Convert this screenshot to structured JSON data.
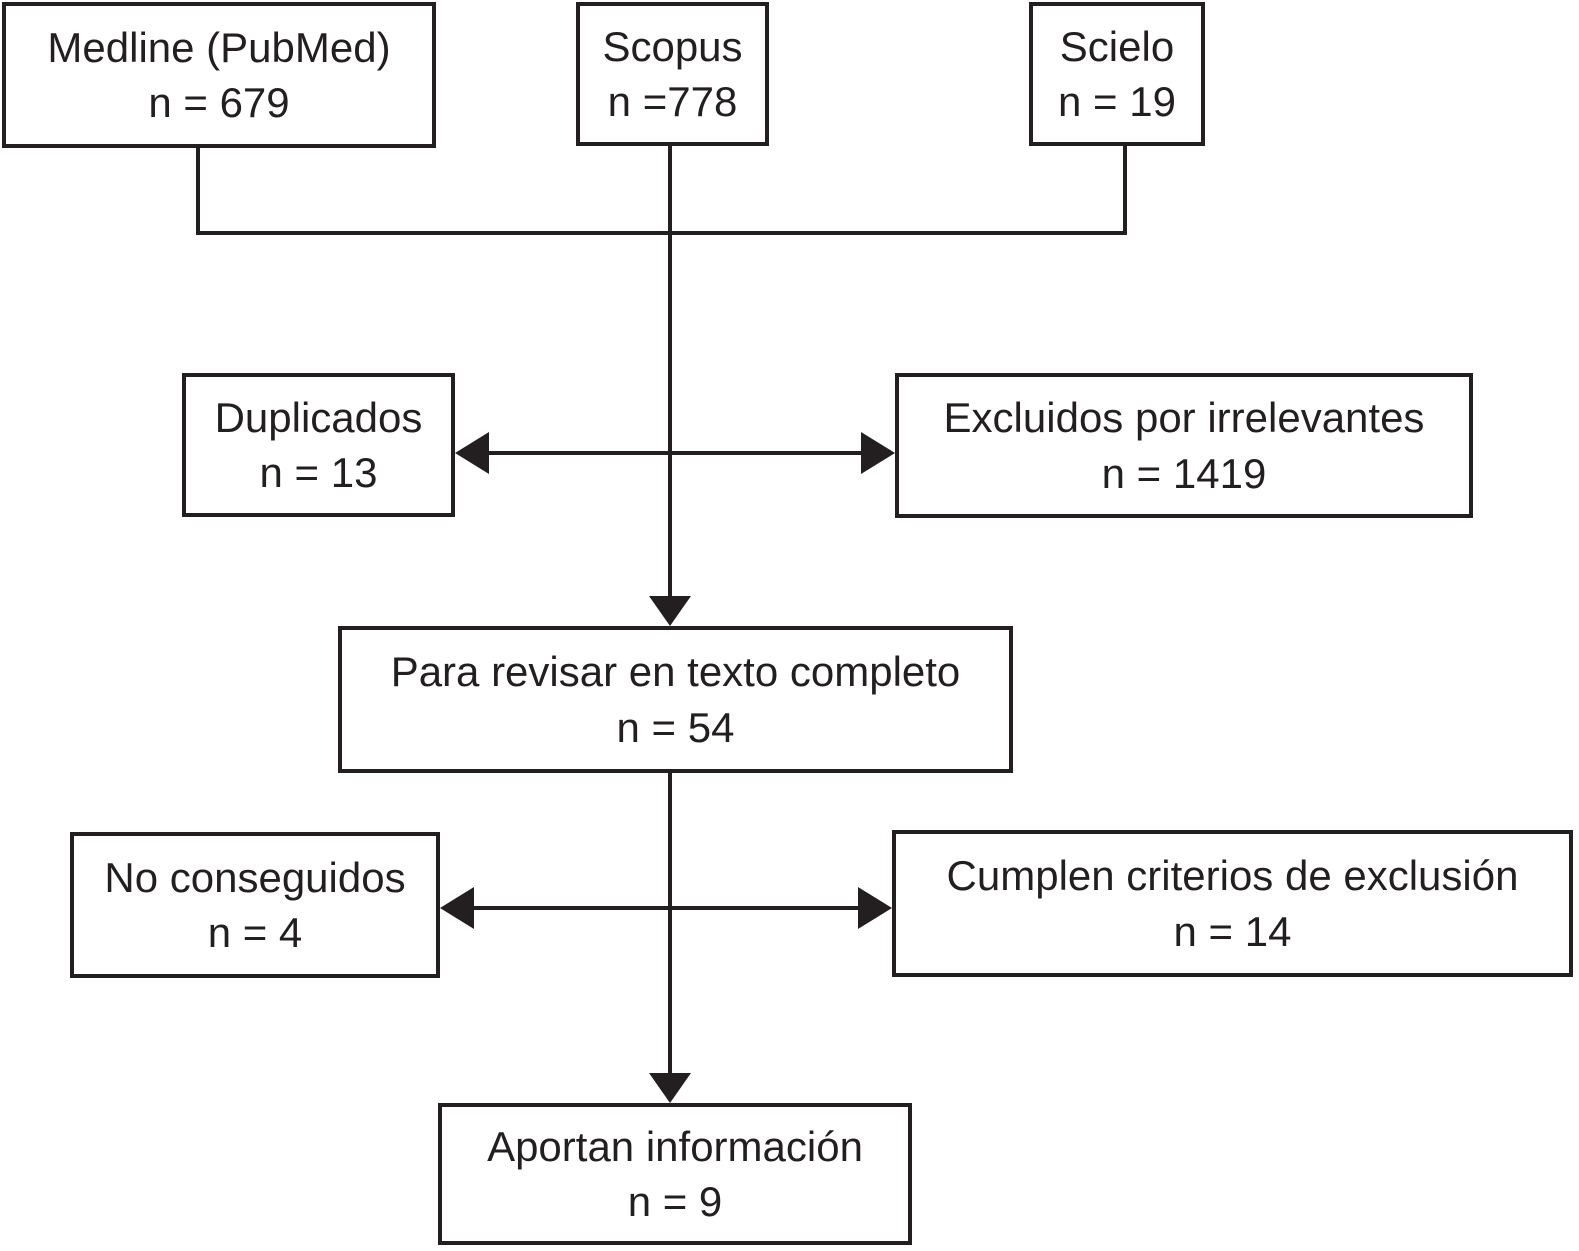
{
  "colors": {
    "line": "#231f20",
    "background": "#ffffff"
  },
  "nodes": {
    "medline": {
      "label": "Medline (PubMed)",
      "count": "n = 679"
    },
    "scopus": {
      "label": "Scopus",
      "count": "n =778"
    },
    "scielo": {
      "label": "Scielo",
      "count": "n = 19"
    },
    "duplicados": {
      "label": "Duplicados",
      "count": "n = 13"
    },
    "excluidos": {
      "label": "Excluidos por irrelevantes",
      "count": "n = 1419"
    },
    "para_revisar": {
      "label": "Para revisar en texto completo",
      "count": "n = 54"
    },
    "no_conseguidos": {
      "label": "No conseguidos",
      "count": "n = 4"
    },
    "cumplen": {
      "label": "Cumplen criterios de exclusión",
      "count": "n = 14"
    },
    "aportan": {
      "label": "Aportan información",
      "count": "n = 9"
    }
  }
}
